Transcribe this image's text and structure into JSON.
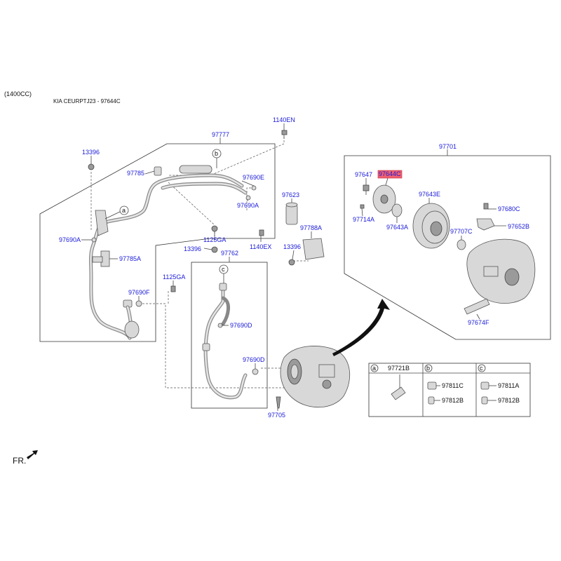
{
  "header": {
    "engine": "(1400CC)",
    "model": "KIA CEURPTJ23 - 97644C"
  },
  "labels": {
    "p97777": "97777",
    "p1140EN": "1140EN",
    "p13396_a": "13396",
    "p13396_b": "13396",
    "p13396_c": "13396",
    "p97785": "97785",
    "p97690E": "97690E",
    "p97690A_a": "97690A",
    "p97690A_b": "97690A",
    "p97623": "97623",
    "p1125GA_a": "1125GA",
    "p1125GA_b": "1125GA",
    "p97788A": "97788A",
    "p1140EX": "1140EX",
    "p97762": "97762",
    "p97785A": "97785A",
    "p97690F": "97690F",
    "p97690D_a": "97690D",
    "p97690D_b": "97690D",
    "p97705": "97705",
    "p97701": "97701",
    "p97647": "97647",
    "p97644C": "97644C",
    "p97643E": "97643E",
    "p97680C": "97680C",
    "p97714A": "97714A",
    "p97643A": "97643A",
    "p97707C": "97707C",
    "p97652B": "97652B",
    "p97674F": "97674F"
  },
  "callouts": {
    "a": "a",
    "b": "b",
    "c": "c"
  },
  "legend": [
    {
      "key": "a",
      "parts": [
        "97721B"
      ]
    },
    {
      "key": "b",
      "parts": [
        "97811C",
        "97812B"
      ]
    },
    {
      "key": "c",
      "parts": [
        "97811A",
        "97812B"
      ]
    }
  ],
  "direction": {
    "label": "FR."
  },
  "colors": {
    "label": "#1a1ad8",
    "highlight": "#f06070",
    "line": "#444444"
  }
}
